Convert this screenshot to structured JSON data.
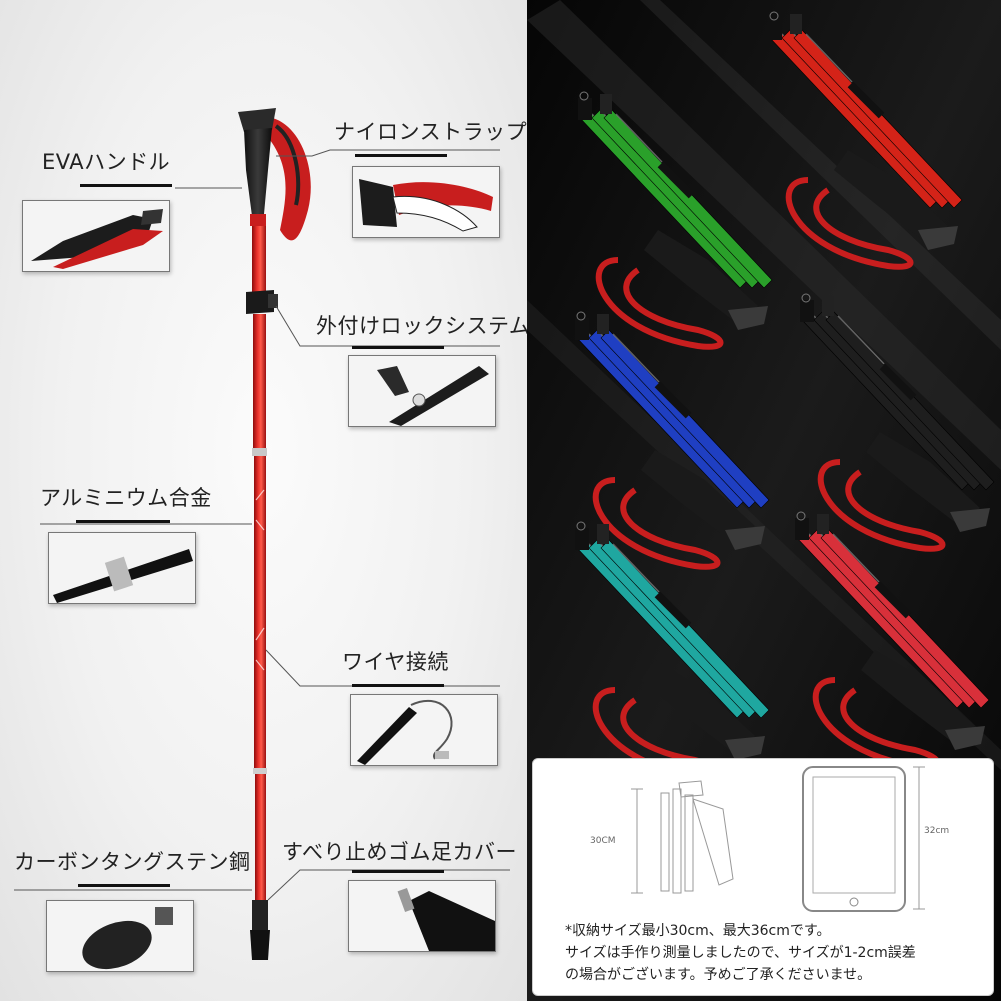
{
  "features": {
    "eva_handle": "EVAハンドル",
    "nylon_strap": "ナイロンストラップ",
    "lock_system": "外付けロックシステム",
    "aluminum_alloy": "アルミニウム合金",
    "wire_connection": "ワイヤ接続",
    "tungsten_carbide": "カーボンタングステン鋼",
    "rubber_foot_cover": "すべり止めゴム足カバー"
  },
  "dimensions": {
    "folded_label": "30CM",
    "tablet_label": "32cm"
  },
  "note": {
    "line1": "*収納サイズ最小30cm、最大36cmです。",
    "line2": "サイズは手作り測量しましたので、サイズが1-2cm誤差",
    "line3": "の場合がございます。予めご了承くださいませ。"
  },
  "pole_colors": {
    "red": "#d42318",
    "green": "#2aa02a",
    "blue": "#1f3fc2",
    "black": "#1e1e1e",
    "teal": "#1fa7a0",
    "pink_red": "#d8303a",
    "grip": "#1a1a1a",
    "strap": "#c81e1e"
  }
}
